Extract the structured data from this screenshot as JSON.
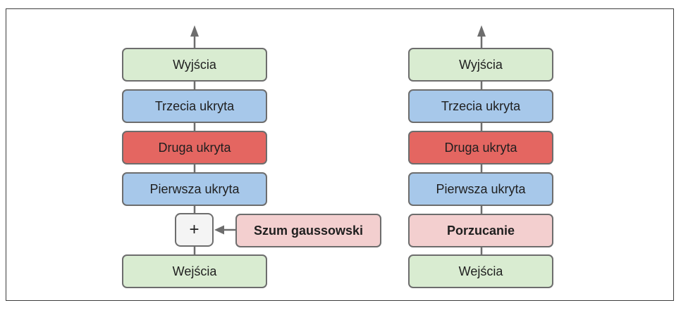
{
  "left": {
    "output": "Wyjścia",
    "hidden3": "Trzecia ukryta",
    "hidden2": "Druga ukryta",
    "hidden1": "Pierwsza ukryta",
    "adder": "+",
    "noise": "Szum gaussowski",
    "input": "Wejścia"
  },
  "right": {
    "output": "Wyjścia",
    "hidden3": "Trzecia ukryta",
    "hidden2": "Druga ukryta",
    "hidden1": "Pierwsza ukryta",
    "dropout": "Porzucanie",
    "input": "Wejścia"
  },
  "colors": {
    "io": "#d9ecd1",
    "hidden": "#a7c8ea",
    "hidden_highlight": "#e46661",
    "extra": "#f3cfcf",
    "adder": "#f4f4f4",
    "line": "#6d6d6d"
  }
}
